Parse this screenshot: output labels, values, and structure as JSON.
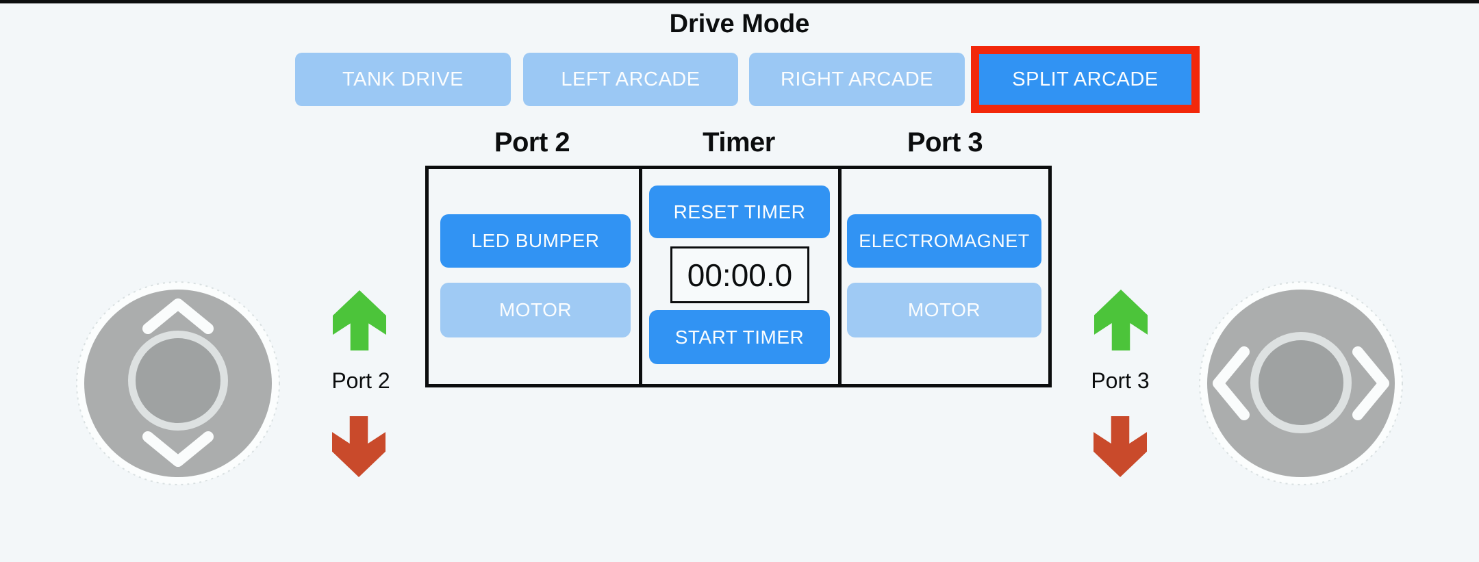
{
  "colors": {
    "background": "#F3F7F9",
    "top_bar": "#0D0F10",
    "active_blue": "#3193F3",
    "inactive_blue": "#9BC8F4",
    "highlight_red": "#F2280B",
    "arrow_green": "#4CC43A",
    "arrow_red": "#C94A2B",
    "button_text": "#FBFDFE",
    "text_black": "#0B0D0E"
  },
  "drive_mode": {
    "title": "Drive Mode",
    "buttons": [
      {
        "label": "TANK DRIVE",
        "active": false
      },
      {
        "label": "LEFT ARCADE",
        "active": false
      },
      {
        "label": "RIGHT ARCADE",
        "active": false
      },
      {
        "label": "SPLIT ARCADE",
        "active": true,
        "highlighted": true
      }
    ]
  },
  "control_panel": {
    "port2": {
      "header": "Port 2",
      "buttons": [
        {
          "label": "LED BUMPER",
          "active": true
        },
        {
          "label": "MOTOR",
          "active": false
        }
      ]
    },
    "timer": {
      "header": "Timer",
      "reset_label": "RESET TIMER",
      "display_value": "00:00.0",
      "start_label": "START TIMER"
    },
    "port3": {
      "header": "Port 3",
      "buttons": [
        {
          "label": "ELECTROMAGNET",
          "active": true
        },
        {
          "label": "MOTOR",
          "active": false
        }
      ]
    }
  },
  "indicators": {
    "left": {
      "label": "Port 2"
    },
    "right": {
      "label": "Port 3"
    }
  },
  "joysticks": {
    "left": {
      "axis": "vertical"
    },
    "right": {
      "axis": "horizontal"
    }
  }
}
